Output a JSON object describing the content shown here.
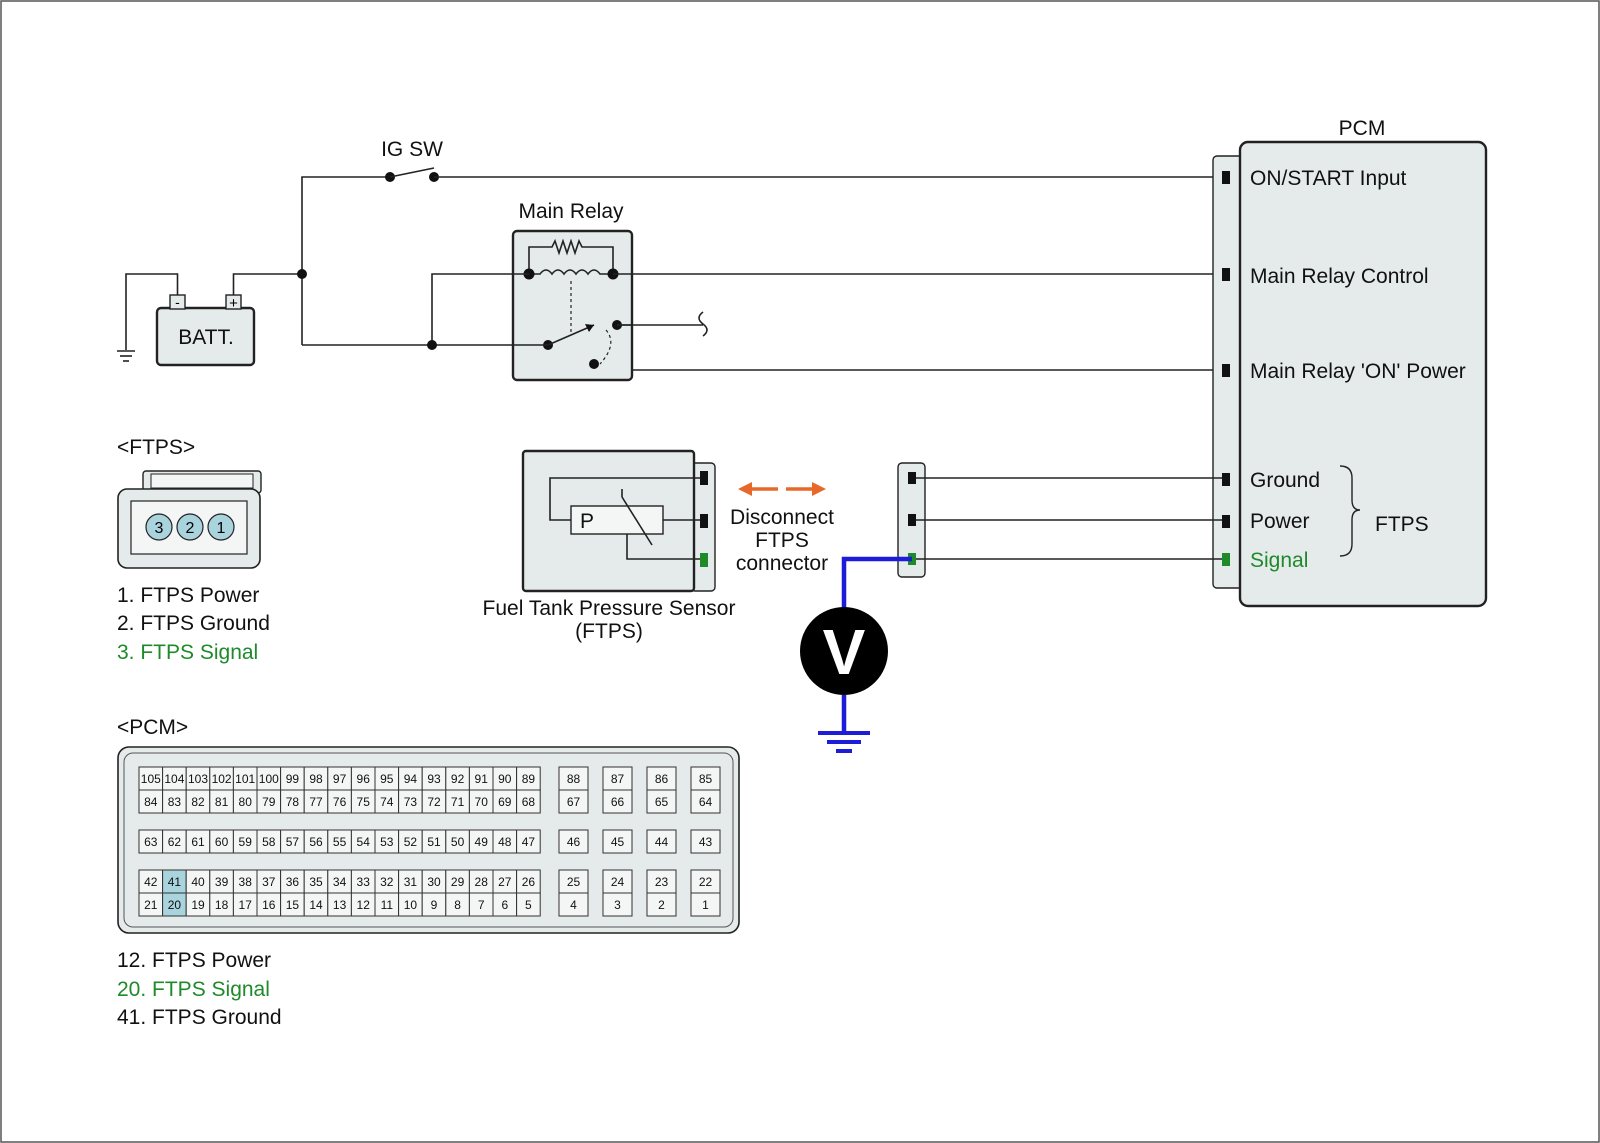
{
  "ig_sw": "IG SW",
  "main_relay": "Main Relay",
  "battery": {
    "label": "BATT.",
    "neg": "-",
    "pos": "+"
  },
  "pcm_title": "PCM",
  "pcm_pins": {
    "on_start": "ON/START Input",
    "relay_control": "Main Relay Control",
    "relay_on_power": "Main Relay 'ON' Power",
    "ground": "Ground",
    "power": "Power",
    "signal": "Signal",
    "group": "FTPS"
  },
  "sensor": {
    "p": "P",
    "name_line1": "Fuel Tank Pressure Sensor",
    "name_line2": "(FTPS)"
  },
  "disconnect": {
    "line1": "Disconnect",
    "line2": "FTPS",
    "line3": "connector"
  },
  "voltmeter": "V",
  "ftps_connector": {
    "title": "<FTPS>",
    "pins": [
      "3",
      "2",
      "1"
    ],
    "legend": [
      "1. FTPS Power",
      "2. FTPS Ground",
      "3. FTPS Signal"
    ]
  },
  "pcm_connector": {
    "title": "<PCM>",
    "block1_row1": [
      "105",
      "104",
      "103",
      "102",
      "101",
      "100",
      "99",
      "98",
      "97",
      "96",
      "95",
      "94",
      "93",
      "92",
      "91",
      "90",
      "89"
    ],
    "block1_row2": [
      "84",
      "83",
      "82",
      "81",
      "80",
      "79",
      "78",
      "77",
      "76",
      "75",
      "74",
      "73",
      "72",
      "71",
      "70",
      "69",
      "68"
    ],
    "block1_row3": [
      "63",
      "62",
      "61",
      "60",
      "59",
      "58",
      "57",
      "56",
      "55",
      "54",
      "53",
      "52",
      "51",
      "50",
      "49",
      "48",
      "47"
    ],
    "block1_row4": [
      "42",
      "41",
      "40",
      "39",
      "38",
      "37",
      "36",
      "35",
      "34",
      "33",
      "32",
      "31",
      "30",
      "29",
      "28",
      "27",
      "26"
    ],
    "block1_row5": [
      "21",
      "20",
      "19",
      "18",
      "17",
      "16",
      "15",
      "14",
      "13",
      "12",
      "11",
      "10",
      "9",
      "8",
      "7",
      "6",
      "5"
    ],
    "right_cols": [
      [
        "88",
        "67",
        "46",
        "25",
        "4"
      ],
      [
        "87",
        "66",
        "45",
        "24",
        "3"
      ],
      [
        "86",
        "65",
        "44",
        "23",
        "2"
      ],
      [
        "85",
        "64",
        "43",
        "22",
        "1"
      ]
    ],
    "highlighted": [
      "41",
      "20"
    ],
    "legend": [
      "12. FTPS Power",
      "20. FTPS Signal",
      "41. FTPS Ground"
    ]
  },
  "colors": {
    "signal_green": "#1e8a2a",
    "probe_blue": "#1c1cd9",
    "arrow_orange": "#e8682a",
    "pin_highlight": "#a9d3dd"
  }
}
